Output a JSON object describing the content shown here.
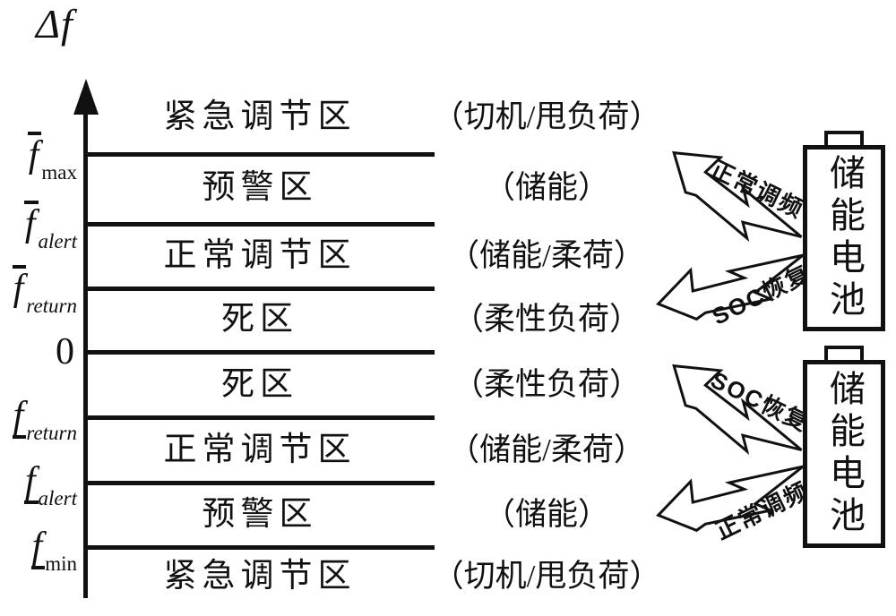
{
  "title": "Δf",
  "axis": {
    "ticks": [
      {
        "base": "f",
        "sub": "max",
        "bar": "over"
      },
      {
        "base": "f",
        "sub": "alert",
        "bar": "over"
      },
      {
        "base": "f",
        "sub": "return",
        "bar": "over"
      },
      {
        "base": "0",
        "sub": "",
        "bar": "none"
      },
      {
        "base": "f",
        "sub": "return",
        "bar": "under"
      },
      {
        "base": "f",
        "sub": "alert",
        "bar": "under"
      },
      {
        "base": "f",
        "sub": "min",
        "bar": "under"
      }
    ]
  },
  "zones": [
    {
      "name": "紧急调节区",
      "resource": "（切机/甩负荷）"
    },
    {
      "name": "预警区",
      "resource": "（储能）"
    },
    {
      "name": "正常调节区",
      "resource": "（储能/柔荷）"
    },
    {
      "name": "死区",
      "resource": "（柔性负荷）"
    },
    {
      "name": "死区",
      "resource": "（柔性负荷）"
    },
    {
      "name": "正常调节区",
      "resource": "（储能/柔荷）"
    },
    {
      "name": "预警区",
      "resource": "（储能）"
    },
    {
      "name": "紧急调节区",
      "resource": "（切机/甩负荷）"
    }
  ],
  "battery_top": {
    "label": "储能电池",
    "upper_arrow": "正常调频",
    "lower_arrow": "SOC恢复"
  },
  "battery_bottom": {
    "label": "储能电池",
    "upper_arrow": "SOC恢复",
    "lower_arrow": "正常调频"
  },
  "colors": {
    "ink": "#111111",
    "background": "#ffffff"
  }
}
